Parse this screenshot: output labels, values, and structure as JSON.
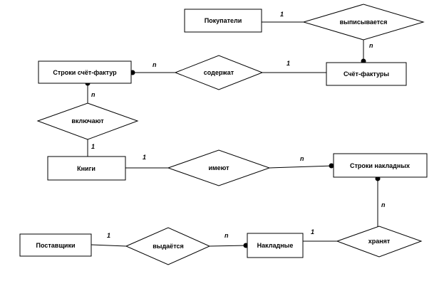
{
  "entities": {
    "buyers": "Покупатели",
    "invoices": "Счёт-фактуры",
    "invoice_lines": "Строки счёт-фактур",
    "books": "Книги",
    "waybill_lines": "Строки накладных",
    "suppliers": "Поставщики",
    "waybills": "Накладные"
  },
  "relationships": {
    "issued": "выписывается",
    "contain": "содержат",
    "include": "включают",
    "have": "имеют",
    "issued_to": "выдаётся",
    "store": "хранят"
  },
  "cardinalities": {
    "buyers_one": "1",
    "invoices_many": "n",
    "invoice_lines_many": "n",
    "invoices_one": "1",
    "invoice_lines_many_down": "n",
    "books_one_up": "1",
    "books_one_right": "1",
    "waybill_lines_many": "n",
    "waybill_lines_many_down": "n",
    "suppliers_one": "1",
    "waybills_many": "n",
    "waybills_one": "1"
  }
}
